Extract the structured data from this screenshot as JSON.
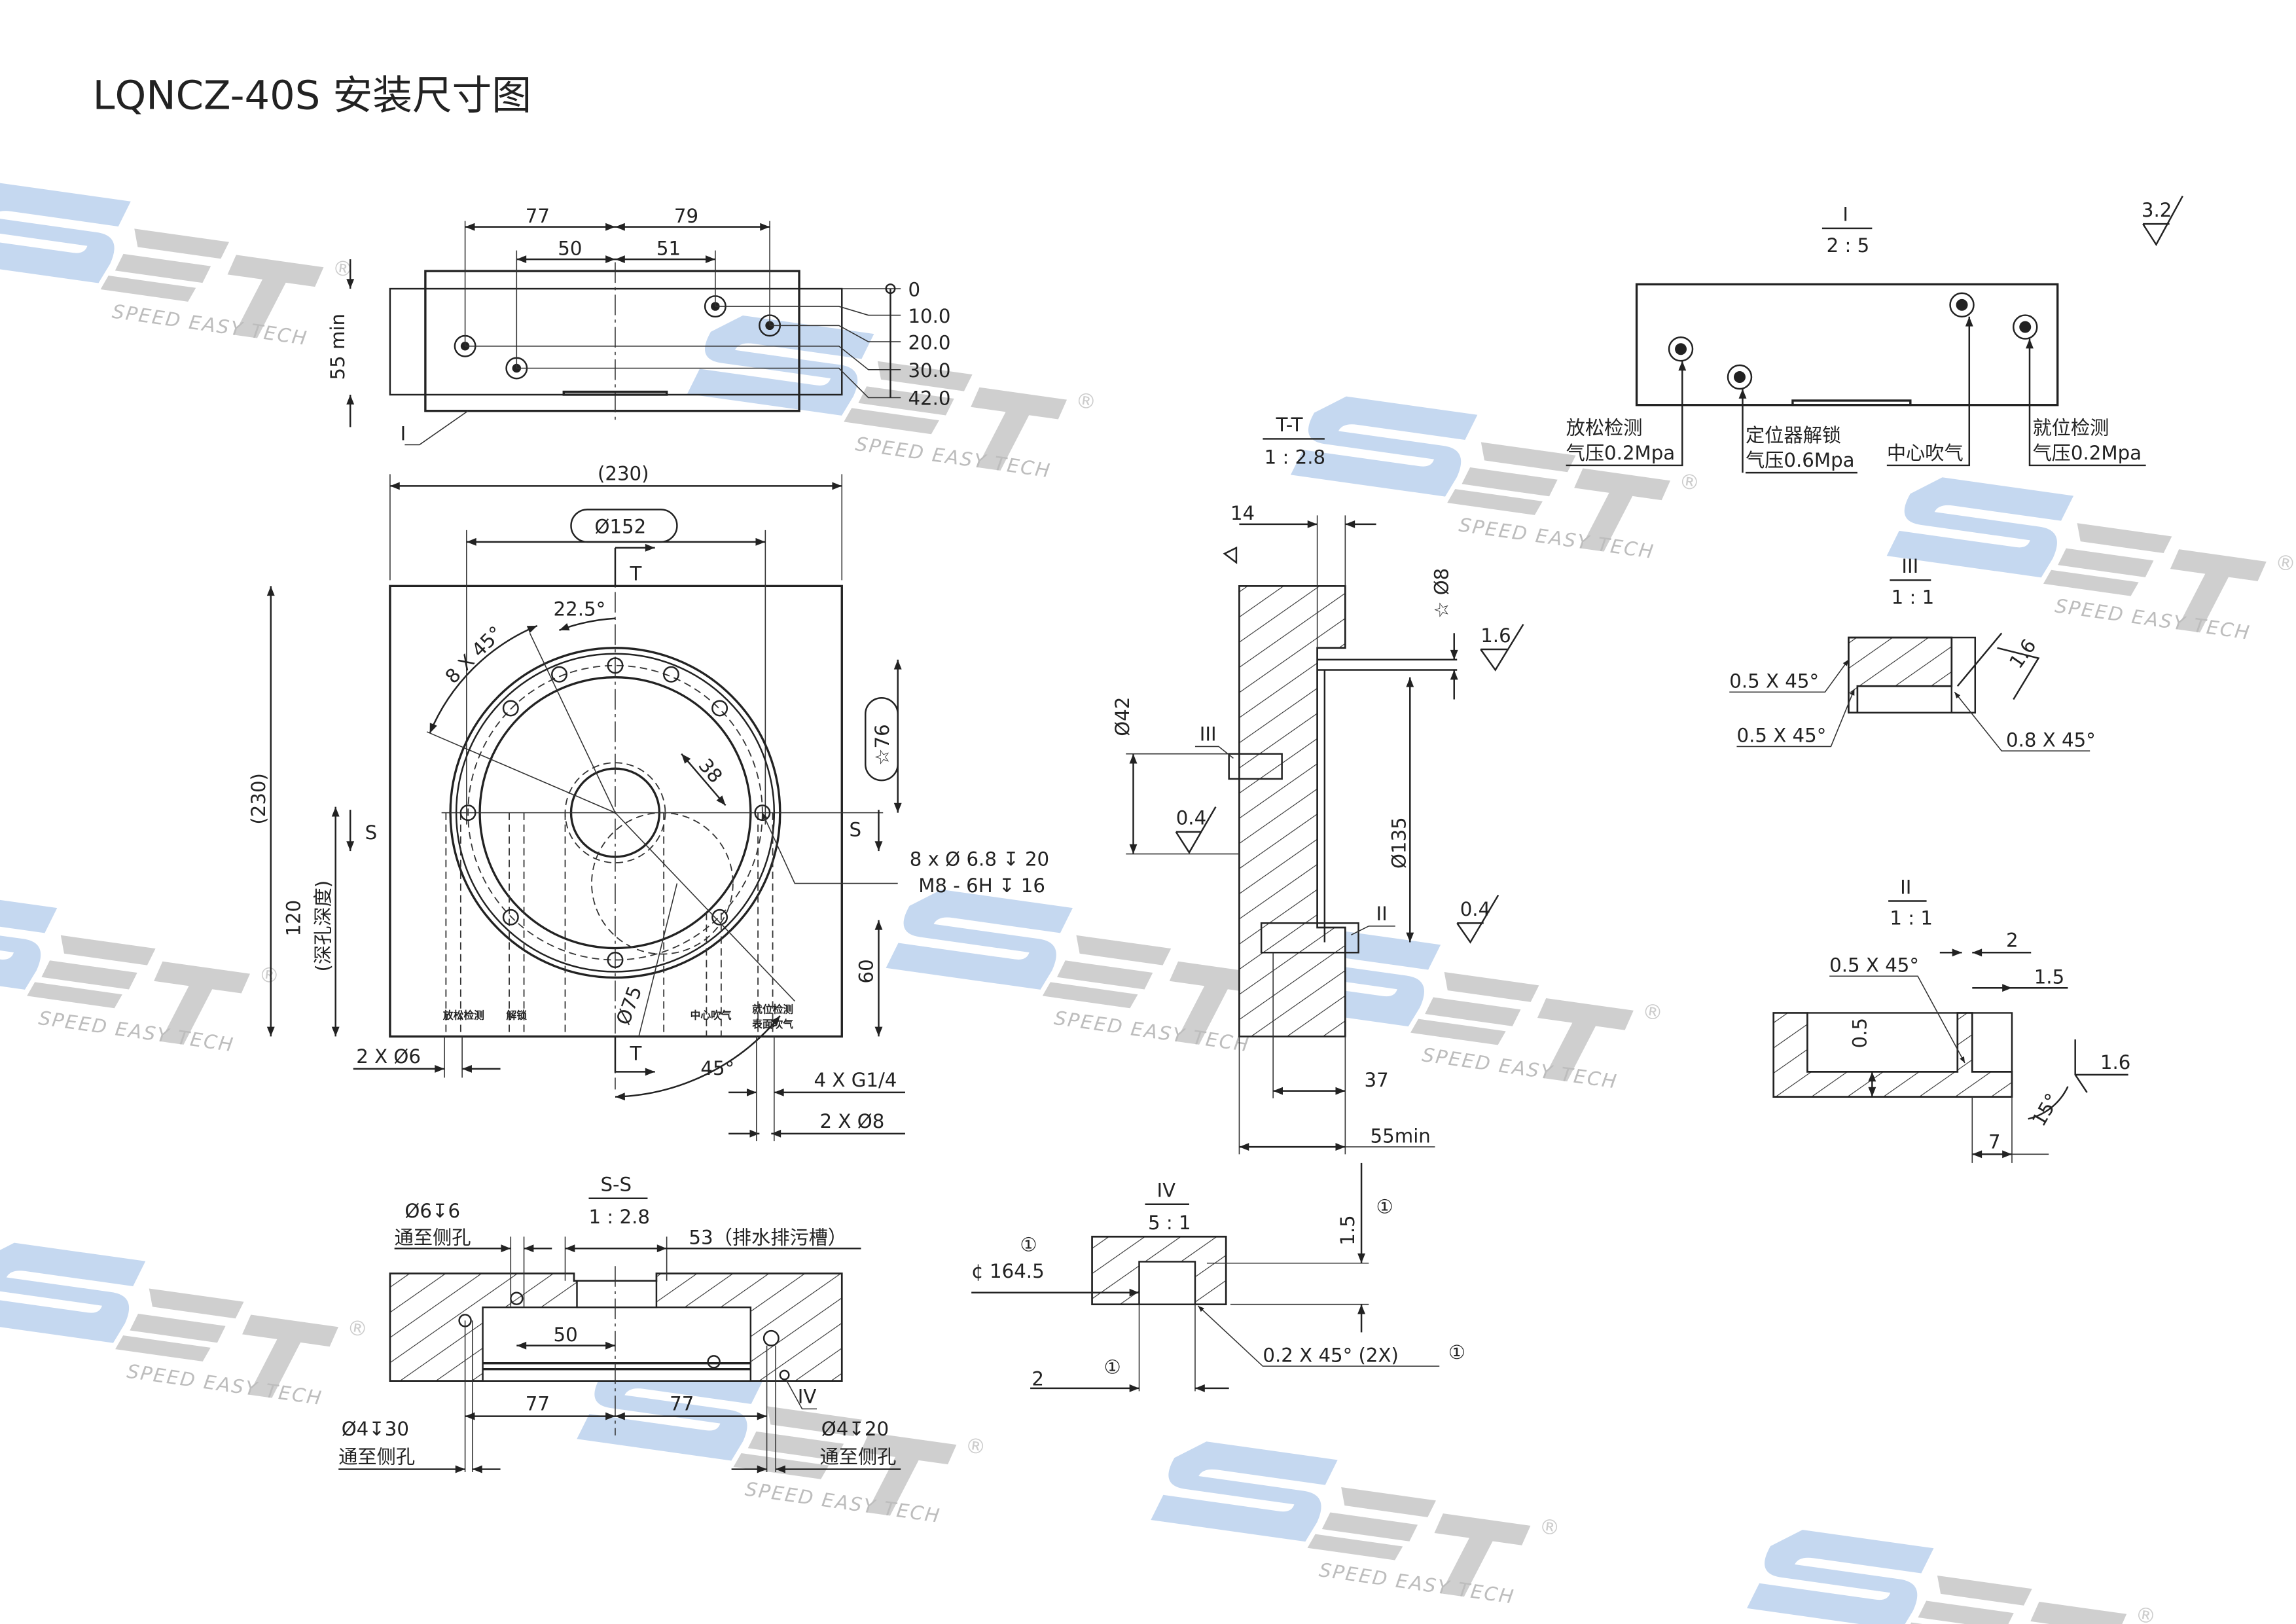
{
  "title": "LQNCZ-40S 安装尺寸图",
  "roughness": "3.2",
  "watermark": {
    "logo": "SET",
    "tagline": "SPEED EASY TECH",
    "mark": "®",
    "colors": {
      "s": "#c5d8f0",
      "et": "#cfcfcf"
    }
  },
  "top_view": {
    "dim_77": "77",
    "dim_79": "79",
    "dim_50": "50",
    "dim_51": "51",
    "height": "55 min",
    "levels": [
      "0",
      "10.0",
      "20.0",
      "30.0",
      "42.0"
    ],
    "detail_ref": "I"
  },
  "main_view": {
    "width": "(230)",
    "bolt_circle": "Ø152",
    "section_t": "T",
    "section_s": "S",
    "angle_22": "22.5°",
    "angle_pattern": "8 X 45°",
    "star_76": "☆76",
    "radius_38": "38",
    "height_230": "(230)",
    "depth": "120",
    "depth_note": "(深孔深度)",
    "dim_60": "60",
    "dia_75": "Ø75",
    "angle_45": "45°",
    "holes_6": "2 X Ø6",
    "ports": "4 X G1/4",
    "holes_8": "2 X Ø8",
    "thread_1": "8 x Ø 6.8 ↧ 20",
    "thread_2": "M8 - 6H ↧ 16",
    "port_labels": [
      "放松检测",
      "解锁",
      "中心吹气",
      "就位检测",
      "表面吹气"
    ]
  },
  "tt_section": {
    "name": "T-T",
    "scale": "1 : 2.8",
    "dim_14": "14",
    "dia_8": "☆ Ø8",
    "rough_16": "1.6",
    "dia_42": "Ø42",
    "ref_III": "III",
    "rough_04a": "0.4",
    "dia_135": "Ø135",
    "ref_II": "II",
    "rough_04b": "0.4",
    "dim_37": "37",
    "dim_55": "55min"
  },
  "detail_I": {
    "name": "I",
    "scale": "2 : 5",
    "labels": [
      {
        "l1": "放松检测",
        "l2": "气压0.2Mpa"
      },
      {
        "l1": "定位器解锁",
        "l2": "气压0.6Mpa"
      },
      {
        "l1": "中心吹气",
        "l2": ""
      },
      {
        "l1": "就位检测",
        "l2": "气压0.2Mpa"
      }
    ]
  },
  "detail_III": {
    "name": "III",
    "scale": "1 : 1",
    "c1": "0.5 X 45°",
    "c2": "0.5 X 45°",
    "c3": "0.8 X 45°",
    "rough": "1.6"
  },
  "detail_II": {
    "name": "II",
    "scale": "1 : 1",
    "c1": "0.5 X 45°",
    "d2": "2",
    "d15": "1.5",
    "d05": "0.5",
    "rough": "1.6",
    "angle": "15°",
    "d7": "7"
  },
  "detail_IV": {
    "name": "IV",
    "scale": "5 : 1",
    "circle": "①",
    "dia": "¢ 164.5",
    "d15": "1.5",
    "chamfer": "0.2 X 45°  (2X)",
    "d2": "2"
  },
  "ss_section": {
    "name": "S-S",
    "scale": "1 : 2.8",
    "hole_top": "Ø6↧6",
    "to_side": "通至侧孔",
    "slot": "53（排水排污槽）",
    "dim_50": "50",
    "dim_77a": "77",
    "dim_77b": "77",
    "hole_l": "Ø4↧30",
    "hole_r": "Ø4↧20",
    "ref_IV": "IV"
  }
}
